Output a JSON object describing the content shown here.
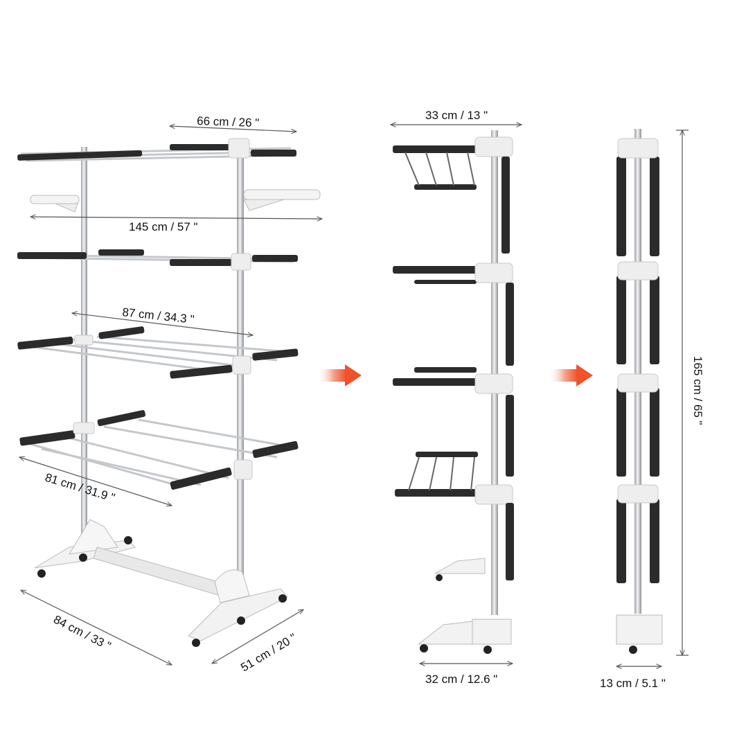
{
  "image": {
    "description_free": true
  },
  "labels": {
    "top_width_open": "66 cm / 26 \"",
    "wing_span": "145 cm / 57 \"",
    "mid_width": "87 cm / 34.3 \"",
    "lower_width": "81 cm / 31.9 \"",
    "base_depth": "84 cm / 33 \"",
    "base_width": "51 cm / 20 \"",
    "half_fold_top": "33 cm / 13 \"",
    "half_fold_base": "32 cm / 12.6 \"",
    "folded_base": "13 cm / 5.1 \"",
    "height": "165 cm / 65 \""
  },
  "colors": {
    "arrow": "#f0522a",
    "rail": "#2b2b2b",
    "steel": "#c9ccd0",
    "plastic": "#f2f2f2",
    "line": "#555555"
  }
}
